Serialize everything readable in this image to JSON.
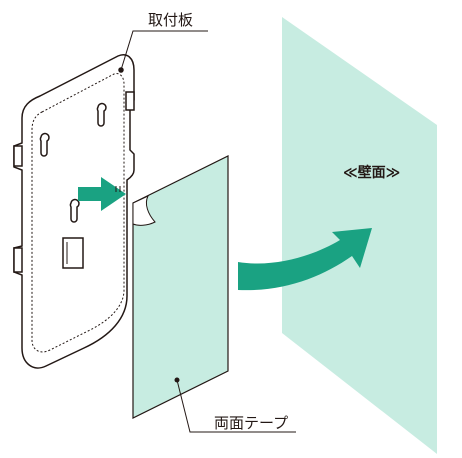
{
  "labels": {
    "mounting_plate": "取付板",
    "wall_surface": "≪壁面≫",
    "double_sided_tape": "両面テープ"
  },
  "colors": {
    "wall_fill": "#c7ece1",
    "tape_fill": "#c7ece1",
    "arrow_fill": "#1aa282",
    "outline": "#231815",
    "plate_fill": "#ffffff"
  },
  "icons": {
    "press_arrow": "arrow-right-icon",
    "move_arrow": "curved-arrow-icon"
  }
}
